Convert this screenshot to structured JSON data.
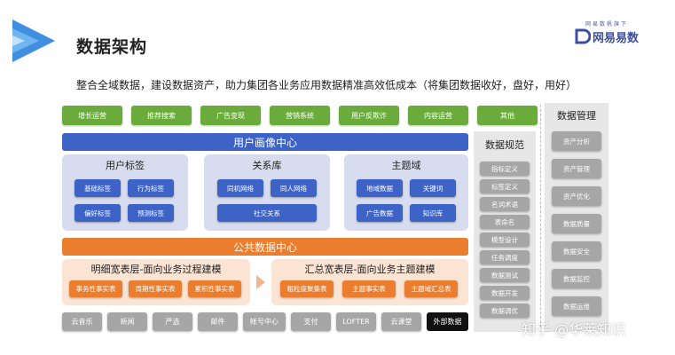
{
  "title": "数据架构",
  "subtitle": "整合全域数据，建设数据资产，助力集团各业务应用数据精准高效低成本（将集团数据收好，盘好，用好）",
  "logo": {
    "tagline": "网易数帆旗下",
    "name": "网易易数"
  },
  "apps": [
    "增长运营",
    "推荐搜索",
    "广告变现",
    "营销系统",
    "用户反欺诈",
    "内容运营",
    "其他"
  ],
  "user_center": {
    "title": "用户画像中心",
    "tags": {
      "title": "用户标签",
      "items": [
        "基础标签",
        "行为标签",
        "偏好标签",
        "预测标签"
      ]
    },
    "relations": {
      "title": "关系库",
      "items": [
        "同机网络",
        "同人网络",
        "社交关系"
      ]
    },
    "topics": {
      "title": "主题域",
      "items": [
        "地域数据",
        "关键词",
        "广告数据",
        "知识库"
      ]
    }
  },
  "public_center": {
    "title": "公共数据中心",
    "detail": {
      "title": "明细宽表层-面向业务过程建模",
      "items": [
        "事务性事实表",
        "周期性事实表",
        "累积性事实表"
      ]
    },
    "summary": {
      "title": "汇总宽表层-面向业务主题建模",
      "items": [
        "粗粒度聚集表",
        "主题事实表",
        "主题域汇总表"
      ]
    }
  },
  "sources": [
    "云音乐",
    "新闻",
    "严选",
    "邮件",
    "帐号中心",
    "支付",
    "LOFTER",
    "云课堂",
    "外部数据"
  ],
  "standards": {
    "title": "数据规范",
    "items": [
      "指标定义",
      "标签定义",
      "名词术语",
      "表命名",
      "模型设计",
      "任务调度",
      "数据测试",
      "数据开发",
      "数据调优"
    ]
  },
  "management": {
    "title": "数据管理",
    "items": [
      "资产分析",
      "资产管理",
      "资产优化",
      "数据质量",
      "数据安全",
      "数据监控",
      "数据运维"
    ]
  },
  "watermark": "知乎 @华莱知识",
  "colors": {
    "green": "#6aab3c",
    "blue": "#3d63c7",
    "orange": "#ea7d2e",
    "gray": "#a6a6a6"
  }
}
